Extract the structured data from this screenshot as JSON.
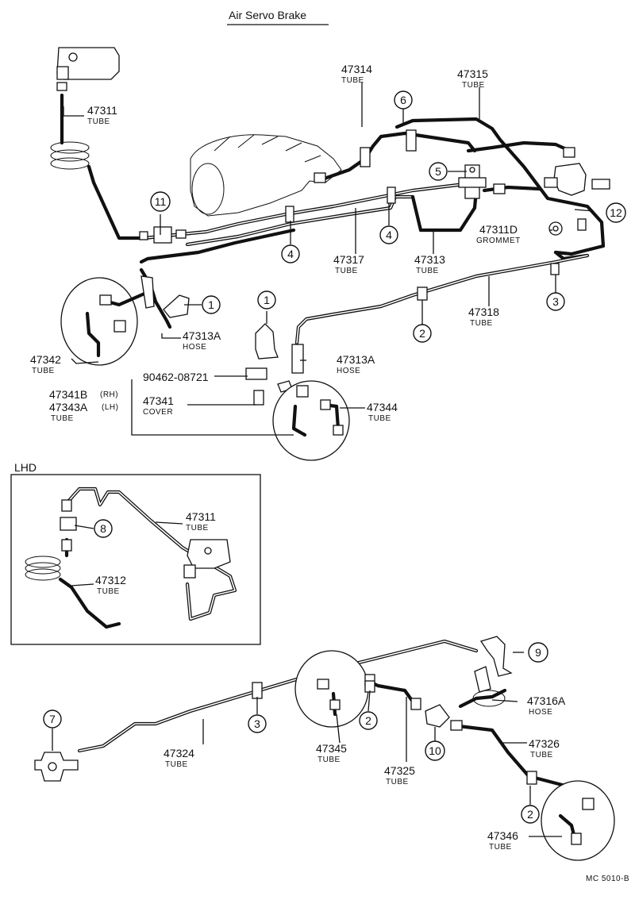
{
  "title": "Air Servo Brake",
  "lhd_label": "LHD",
  "footer_code": "MC 5010-B",
  "parts": [
    {
      "num": "47311",
      "sub": "TUBE"
    },
    {
      "num": "47314",
      "sub": "TUBE"
    },
    {
      "num": "47315",
      "sub": "TUBE"
    },
    {
      "num": "47311D",
      "sub": "GROMMET"
    },
    {
      "num": "47317",
      "sub": "TUBE"
    },
    {
      "num": "47313",
      "sub": "TUBE"
    },
    {
      "num": "47318",
      "sub": "TUBE"
    },
    {
      "num": "47313A",
      "sub": "HOSE"
    },
    {
      "num": "47342",
      "sub": "TUBE"
    },
    {
      "num": "47313A",
      "sub": "HOSE"
    },
    {
      "num": "90462-08721",
      "sub": ""
    },
    {
      "num": "47341B",
      "sub": ""
    },
    {
      "num": "47343A",
      "sub": "TUBE"
    },
    {
      "num": "47341",
      "sub": "COVER"
    },
    {
      "num": "47344",
      "sub": "TUBE"
    },
    {
      "num": "47311",
      "sub": "TUBE"
    },
    {
      "num": "47312",
      "sub": "TUBE"
    },
    {
      "num": "47316A",
      "sub": "HOSE"
    },
    {
      "num": "47326",
      "sub": "TUBE"
    },
    {
      "num": "47324",
      "sub": "TUBE"
    },
    {
      "num": "47345",
      "sub": "TUBE"
    },
    {
      "num": "47325",
      "sub": "TUBE"
    },
    {
      "num": "47346",
      "sub": "TUBE"
    }
  ],
  "side_marks": {
    "rh": "(RH)",
    "lh": "(LH)"
  },
  "callouts": [
    "1",
    "2",
    "3",
    "4",
    "5",
    "6",
    "7",
    "8",
    "9",
    "10",
    "11",
    "12"
  ]
}
